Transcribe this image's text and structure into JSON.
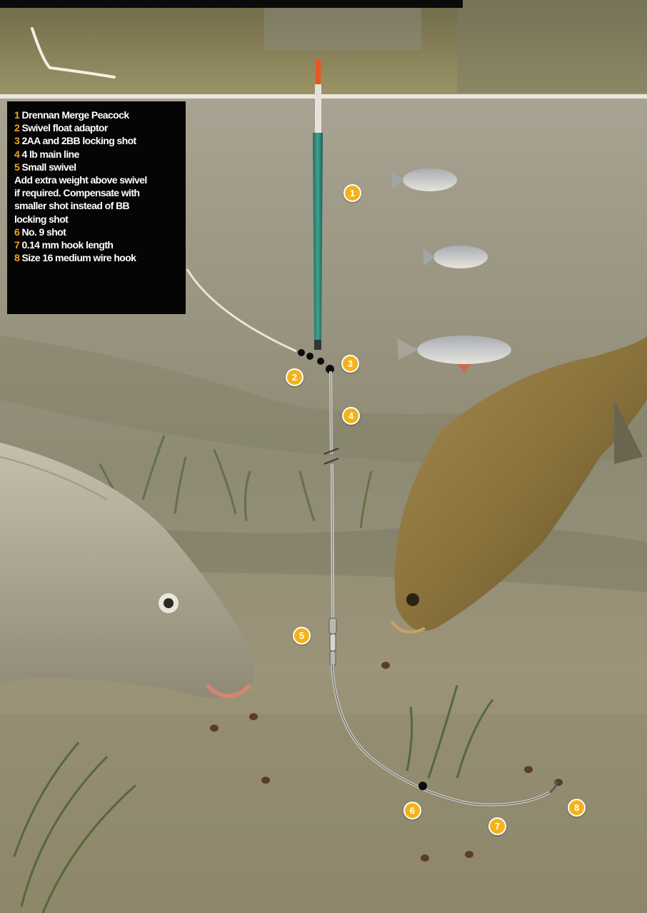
{
  "legend": {
    "lines": [
      {
        "num": "1",
        "text": "Drennan Merge Peacock"
      },
      {
        "num": "2",
        "text": "Swivel float adaptor"
      },
      {
        "num": "3",
        "text": "2AA and 2BB locking shot"
      },
      {
        "num": "4",
        "text": "4 lb main line"
      },
      {
        "num": "5",
        "text": "Small swivel"
      },
      {
        "num": "",
        "text": "Add extra weight above swivel"
      },
      {
        "num": "",
        "text": "if required. Compensate with"
      },
      {
        "num": "",
        "text": "smaller shot instead of BB"
      },
      {
        "num": "",
        "text": "locking shot"
      },
      {
        "num": "6",
        "text": "No. 9 shot"
      },
      {
        "num": "7",
        "text": "0.14 mm hook length"
      },
      {
        "num": "8",
        "text": "Size 16 medium wire hook"
      }
    ]
  },
  "callouts": [
    "1",
    "2",
    "3",
    "4",
    "5",
    "6",
    "7",
    "8"
  ],
  "colors": {
    "accent": "#f5a31a",
    "callout_fill": "#f4b21a",
    "float_body": "#2f8a7c",
    "float_tip": "#e8561e",
    "legend_bg": "#050505",
    "water": "#9d9884"
  }
}
